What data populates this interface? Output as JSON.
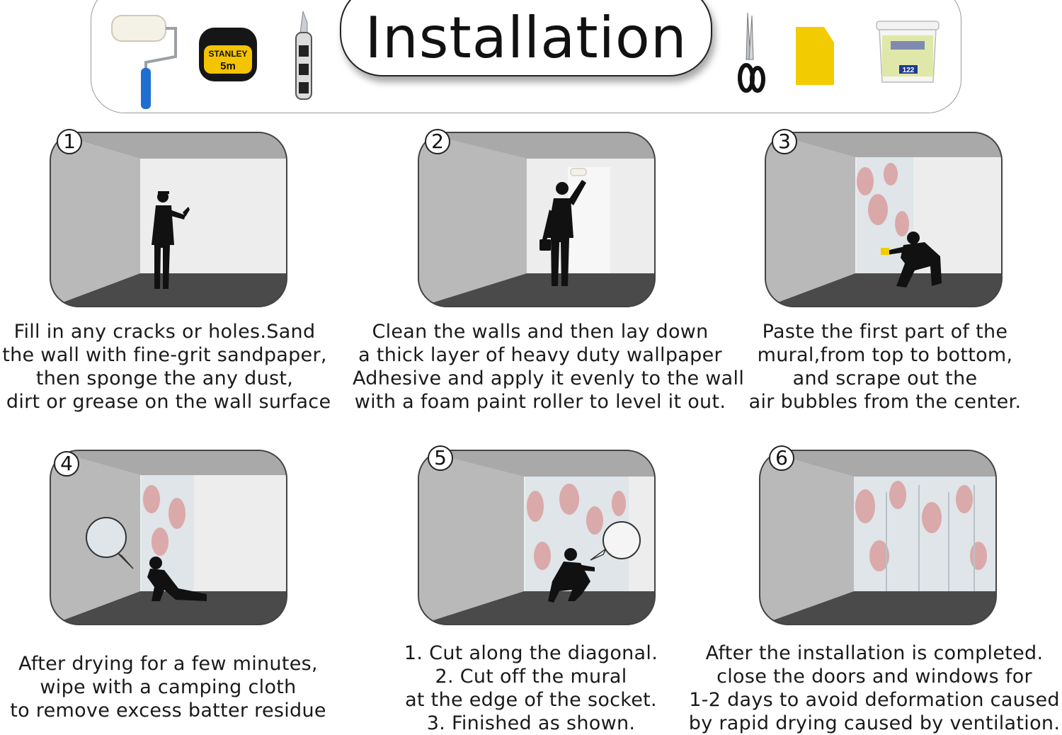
{
  "header": {
    "title": "Installation"
  },
  "tools": [
    {
      "name": "paint roller"
    },
    {
      "name": "tape measure",
      "brand_text": "STANLEY",
      "size_text": "5m"
    },
    {
      "name": "utility knife"
    },
    {
      "name": "scissors"
    },
    {
      "name": "scraper",
      "color": "#f2cc00"
    },
    {
      "name": "adhesive tub",
      "label_text": "122"
    }
  ],
  "steps": [
    {
      "number": "1",
      "caption": "Fill in any cracks or holes.Sand\nthe wall with fine-grit sandpaper,\nthen sponge the any dust,\n dirt or grease on the wall surface"
    },
    {
      "number": "2",
      "caption": "Clean the walls and then lay down\na thick layer of heavy duty wallpaper\nAdhesive and apply it evenly to the wall\nwith a foam paint roller to level it out."
    },
    {
      "number": "3",
      "caption": "Paste the first part of the\nmural,from top to bottom,\nand scrape out the\nair bubbles from the center."
    },
    {
      "number": "4",
      "caption": "After drying for a few minutes,\nwipe with a camping cloth\nto remove excess batter residue"
    },
    {
      "number": "5",
      "caption": "1. Cut along the diagonal.\n2. Cut off the mural\nat the edge of the socket.\n3. Finished as shown."
    },
    {
      "number": "6",
      "caption": "After the installation is completed.\nclose the doors and windows for\n1-2 days to avoid deformation caused\nby rapid drying caused by ventilation."
    }
  ],
  "colors": {
    "wall_left": "#b9b9b9",
    "wall_back": "#ededed",
    "ceiling": "#a9a9a9",
    "floor": "#4a4a4a",
    "silhouette": "#111111",
    "mural_pink": "#d99a9a",
    "mural_mist": "#dfe5e8"
  }
}
